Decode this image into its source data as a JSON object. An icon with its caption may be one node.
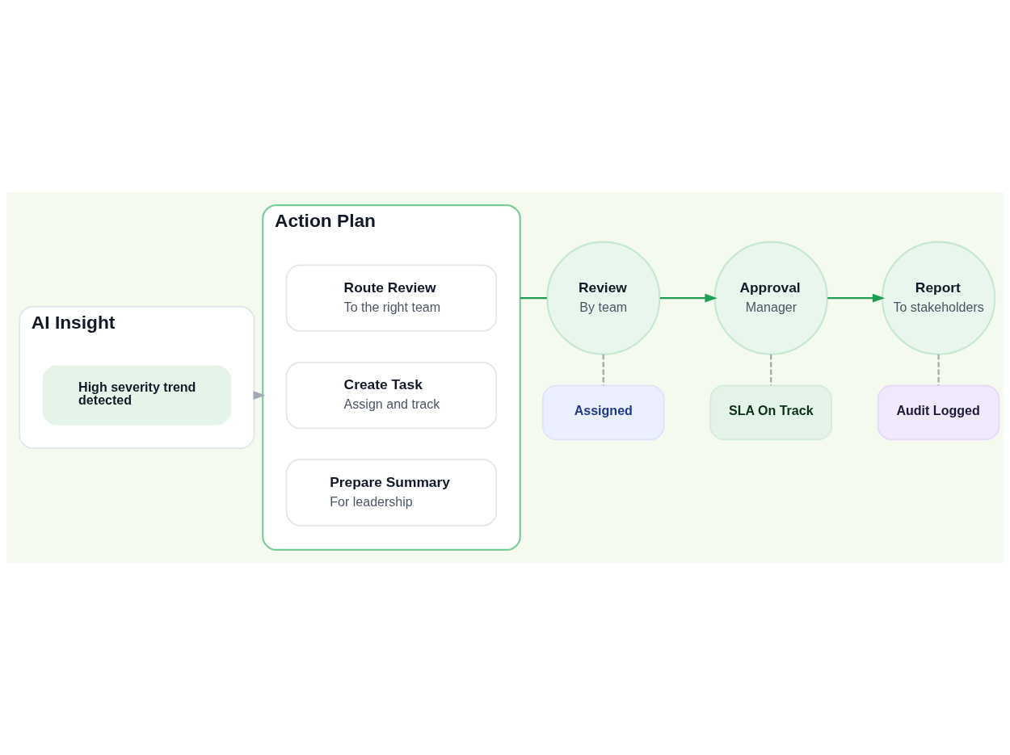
{
  "diagram": {
    "nodes": [
      {
        "text": [
          "AI Insight"
        ]
      },
      {
        "text": [
          "High severity trend detected"
        ],
        "in": 0
      },
      {
        "text": [
          "Action Plan"
        ]
      },
      {
        "text": [
          "Route Review",
          "To the right team"
        ],
        "in": 2
      },
      {
        "text": [
          "Create Task",
          "Assign and track"
        ],
        "in": 2
      },
      {
        "text": [
          "Prepare Summary",
          "For leadership"
        ],
        "in": 2
      },
      {
        "text": [
          "Review",
          "By team"
        ]
      },
      {
        "text": [
          "Approval",
          "Manager"
        ]
      },
      {
        "text": [
          "Report",
          "To stakeholders"
        ]
      },
      {
        "text": [
          "Assigned"
        ]
      },
      {
        "text": [
          "SLA On Track"
        ]
      },
      {
        "text": [
          "Audit Logged"
        ]
      }
    ],
    "edges": [
      {
        "from": 0,
        "to": 2,
        "arrow": "to",
        "style": "dashed"
      },
      {
        "from": 2,
        "to": 6,
        "arrow": "none",
        "color": "#1f9d55"
      },
      {
        "from": 6,
        "to": 7,
        "arrow": "to",
        "color": "#1f9d55"
      },
      {
        "from": 7,
        "to": 8,
        "arrow": "to",
        "color": "#1f9d55"
      },
      {
        "from": 6,
        "to": 9,
        "arrow": "none",
        "style": "dashed"
      },
      {
        "from": 7,
        "to": 10,
        "arrow": "none",
        "style": "dashed"
      },
      {
        "from": 8,
        "to": 11,
        "arrow": "none",
        "style": "dashed"
      }
    ]
  }
}
